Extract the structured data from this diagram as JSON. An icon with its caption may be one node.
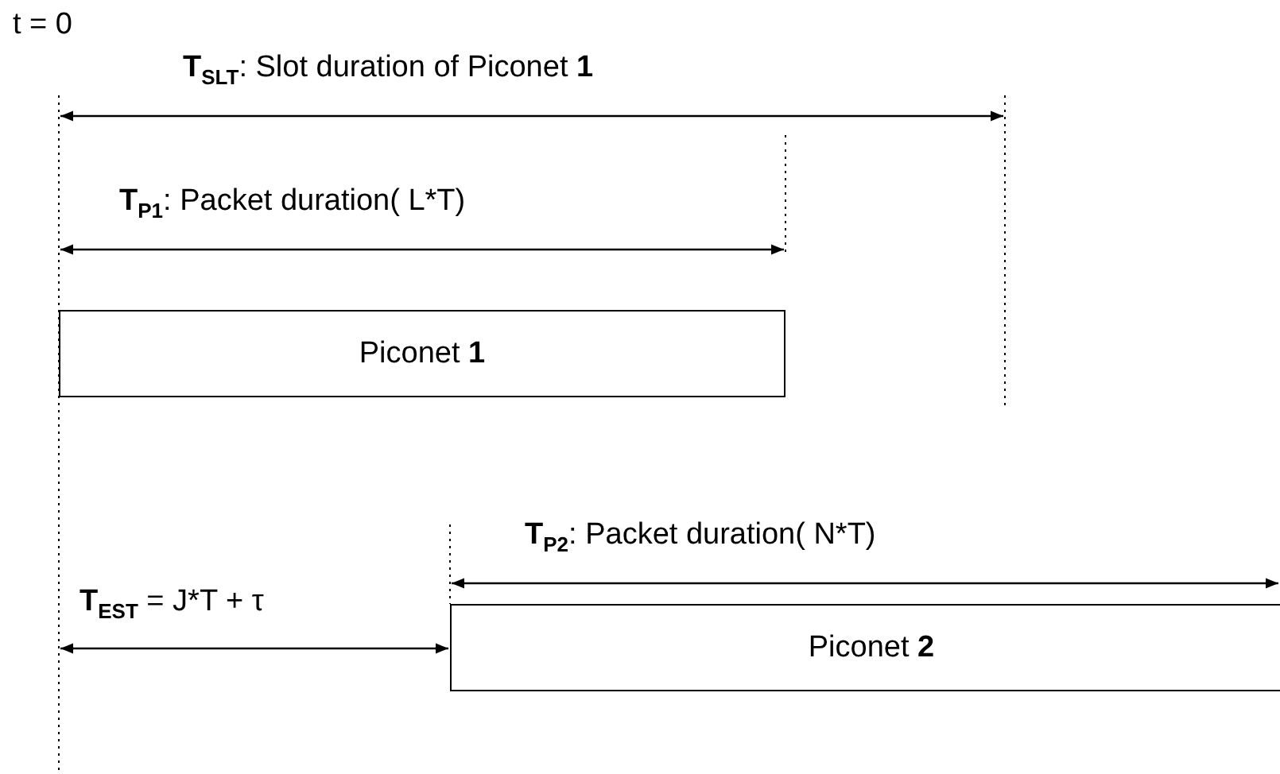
{
  "diagram": {
    "nodes": [
      {
        "text": [
          "Piconet **1**"
        ]
      },
      {
        "text": [
          "Piconet **2**"
        ]
      }
    ],
    "labels": [
      "t = 0",
      "**T**$_{SLT}$: Slot duration of Piconet **1**",
      "**T**$_{P1}$: Packet duration( L*T)",
      "**T**$_{P2}$: Packet duration( N*T)",
      "**T**$_{EST}$ = J*T + τ"
    ]
  }
}
